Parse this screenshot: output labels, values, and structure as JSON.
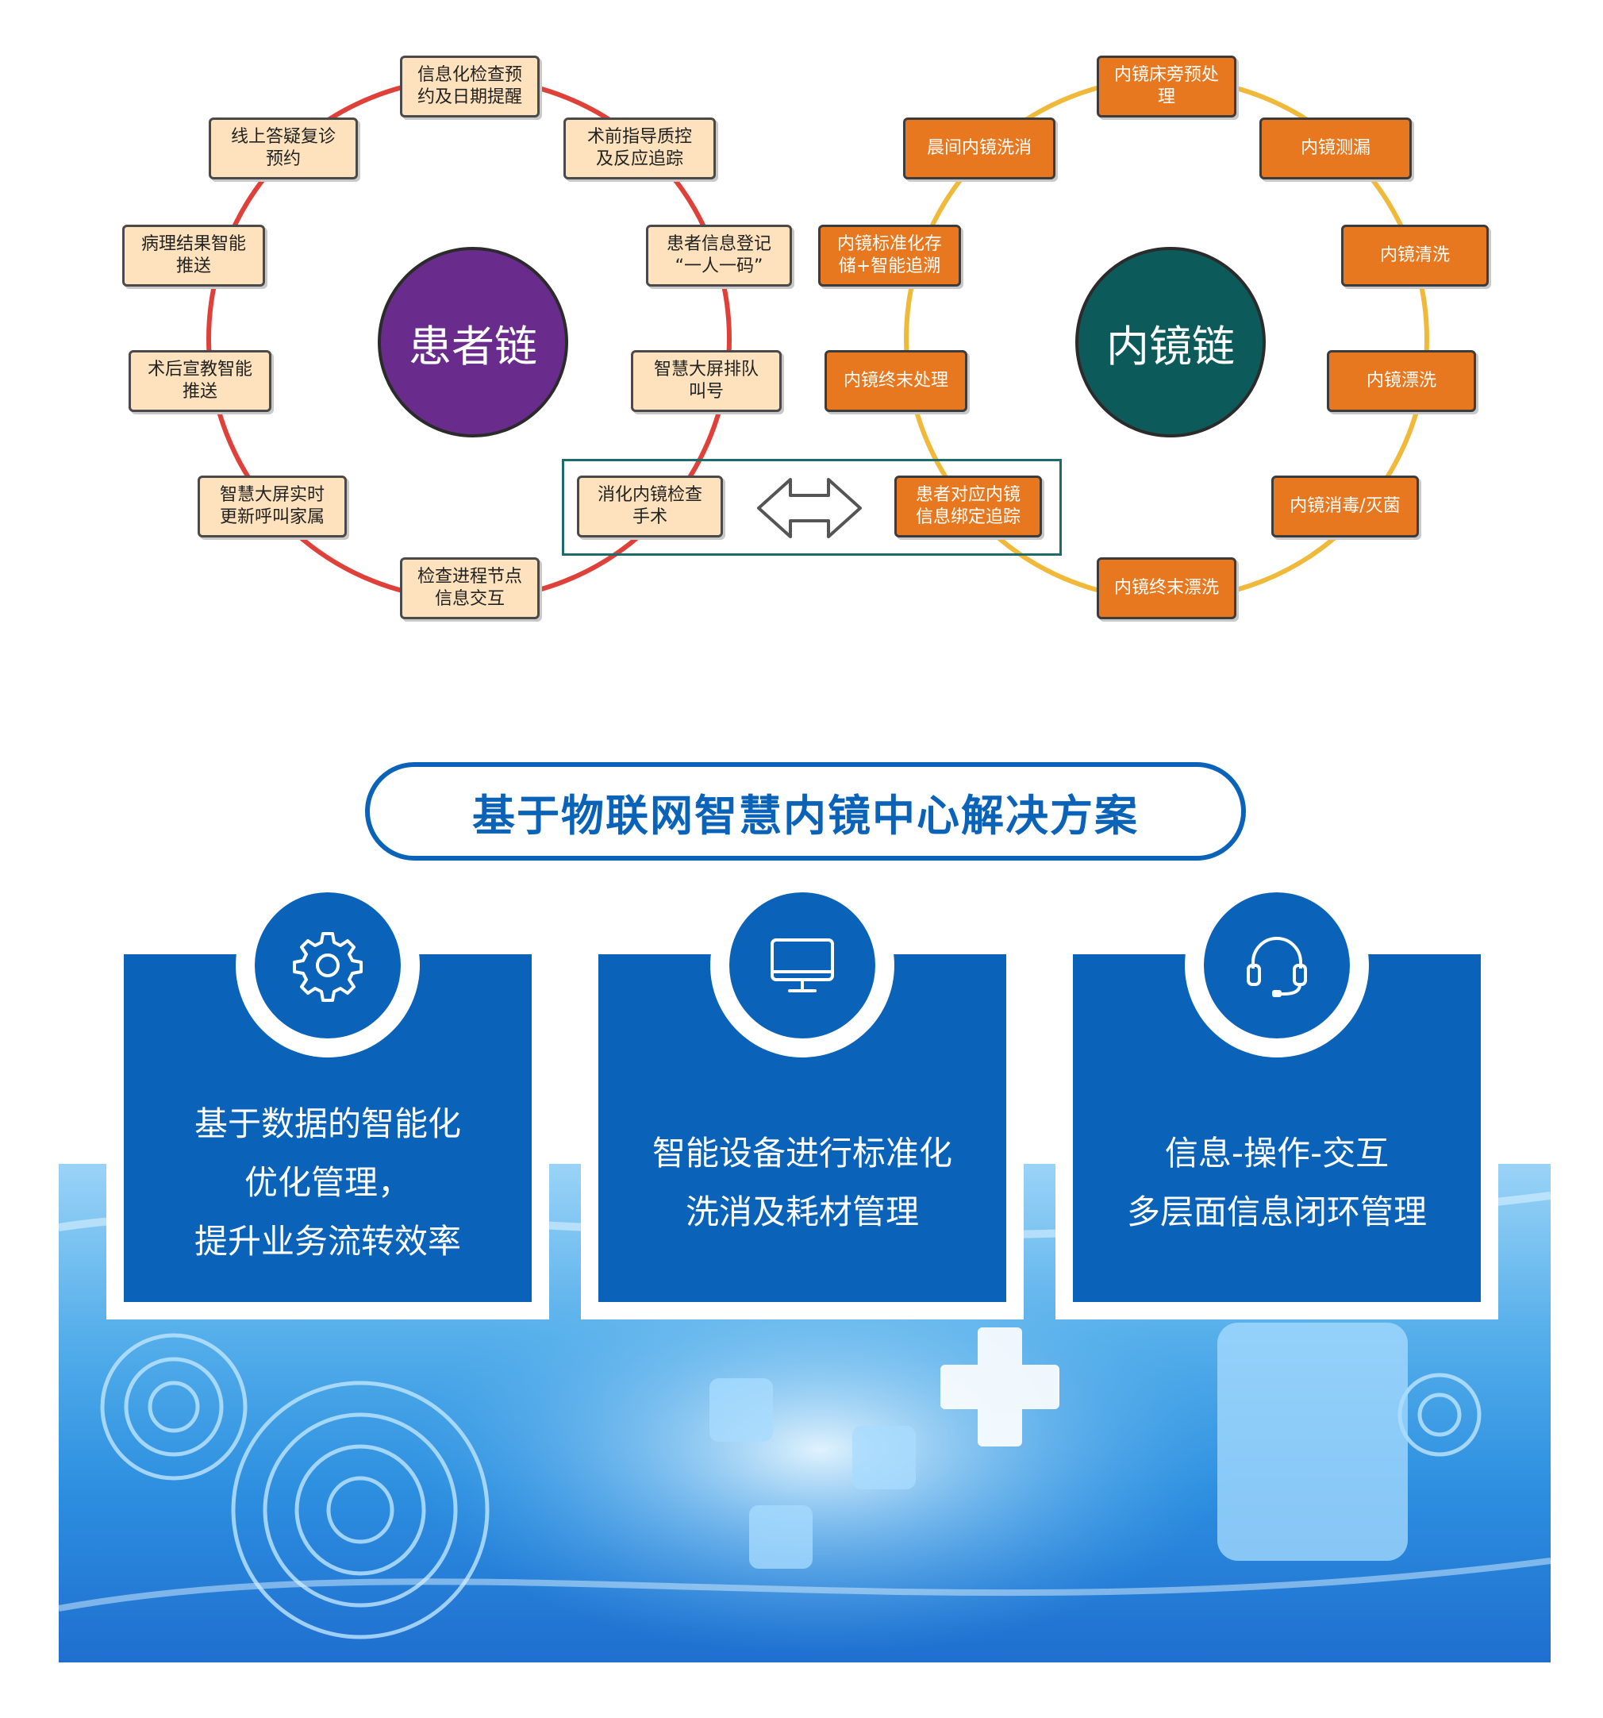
{
  "patient_chain": {
    "center": "患者链",
    "nodes": [
      "信息化检查预\n约及日期提醒",
      "术前指导质控\n及反应追踪",
      "患者信息登记\n“一人一码”",
      "智慧大屏排队\n叫号",
      "消化内镜检查\n手术",
      "检查进程节点\n信息交互",
      "智慧大屏实时\n更新呼叫家属",
      "术后宣教智能\n推送",
      "病理结果智能\n推送",
      "线上答疑复诊\n预约"
    ]
  },
  "endoscope_chain": {
    "center": "内镜链",
    "nodes": [
      "内镜床旁预处\n理",
      "内镜测漏",
      "内镜清洗",
      "内镜漂洗",
      "内镜消毒/灭菌",
      "内镜终末漂洗",
      "患者对应内镜\n信息绑定追踪",
      "内镜终末处理",
      "内镜标准化存\n储+智能追溯",
      "晨间内镜洗消"
    ]
  },
  "colors": {
    "patient_ring": "#e0403a",
    "endo_ring": "#f0b93a",
    "patient_hub": "#6a2c8c",
    "endo_hub": "#0d5a5a",
    "brand_blue": "#0a63b8"
  },
  "solution": {
    "title": "基于物联网智慧内镜中心解决方案",
    "cards": [
      {
        "icon": "gear-icon",
        "lines": [
          "基于数据的智能化",
          "优化管理，",
          "提升业务流转效率"
        ]
      },
      {
        "icon": "monitor-icon",
        "lines": [
          "智能设备进行标准化",
          "洗消及耗材管理"
        ]
      },
      {
        "icon": "headset-icon",
        "lines": [
          "信息-操作-交互",
          "多层面信息闭环管理"
        ]
      }
    ]
  }
}
